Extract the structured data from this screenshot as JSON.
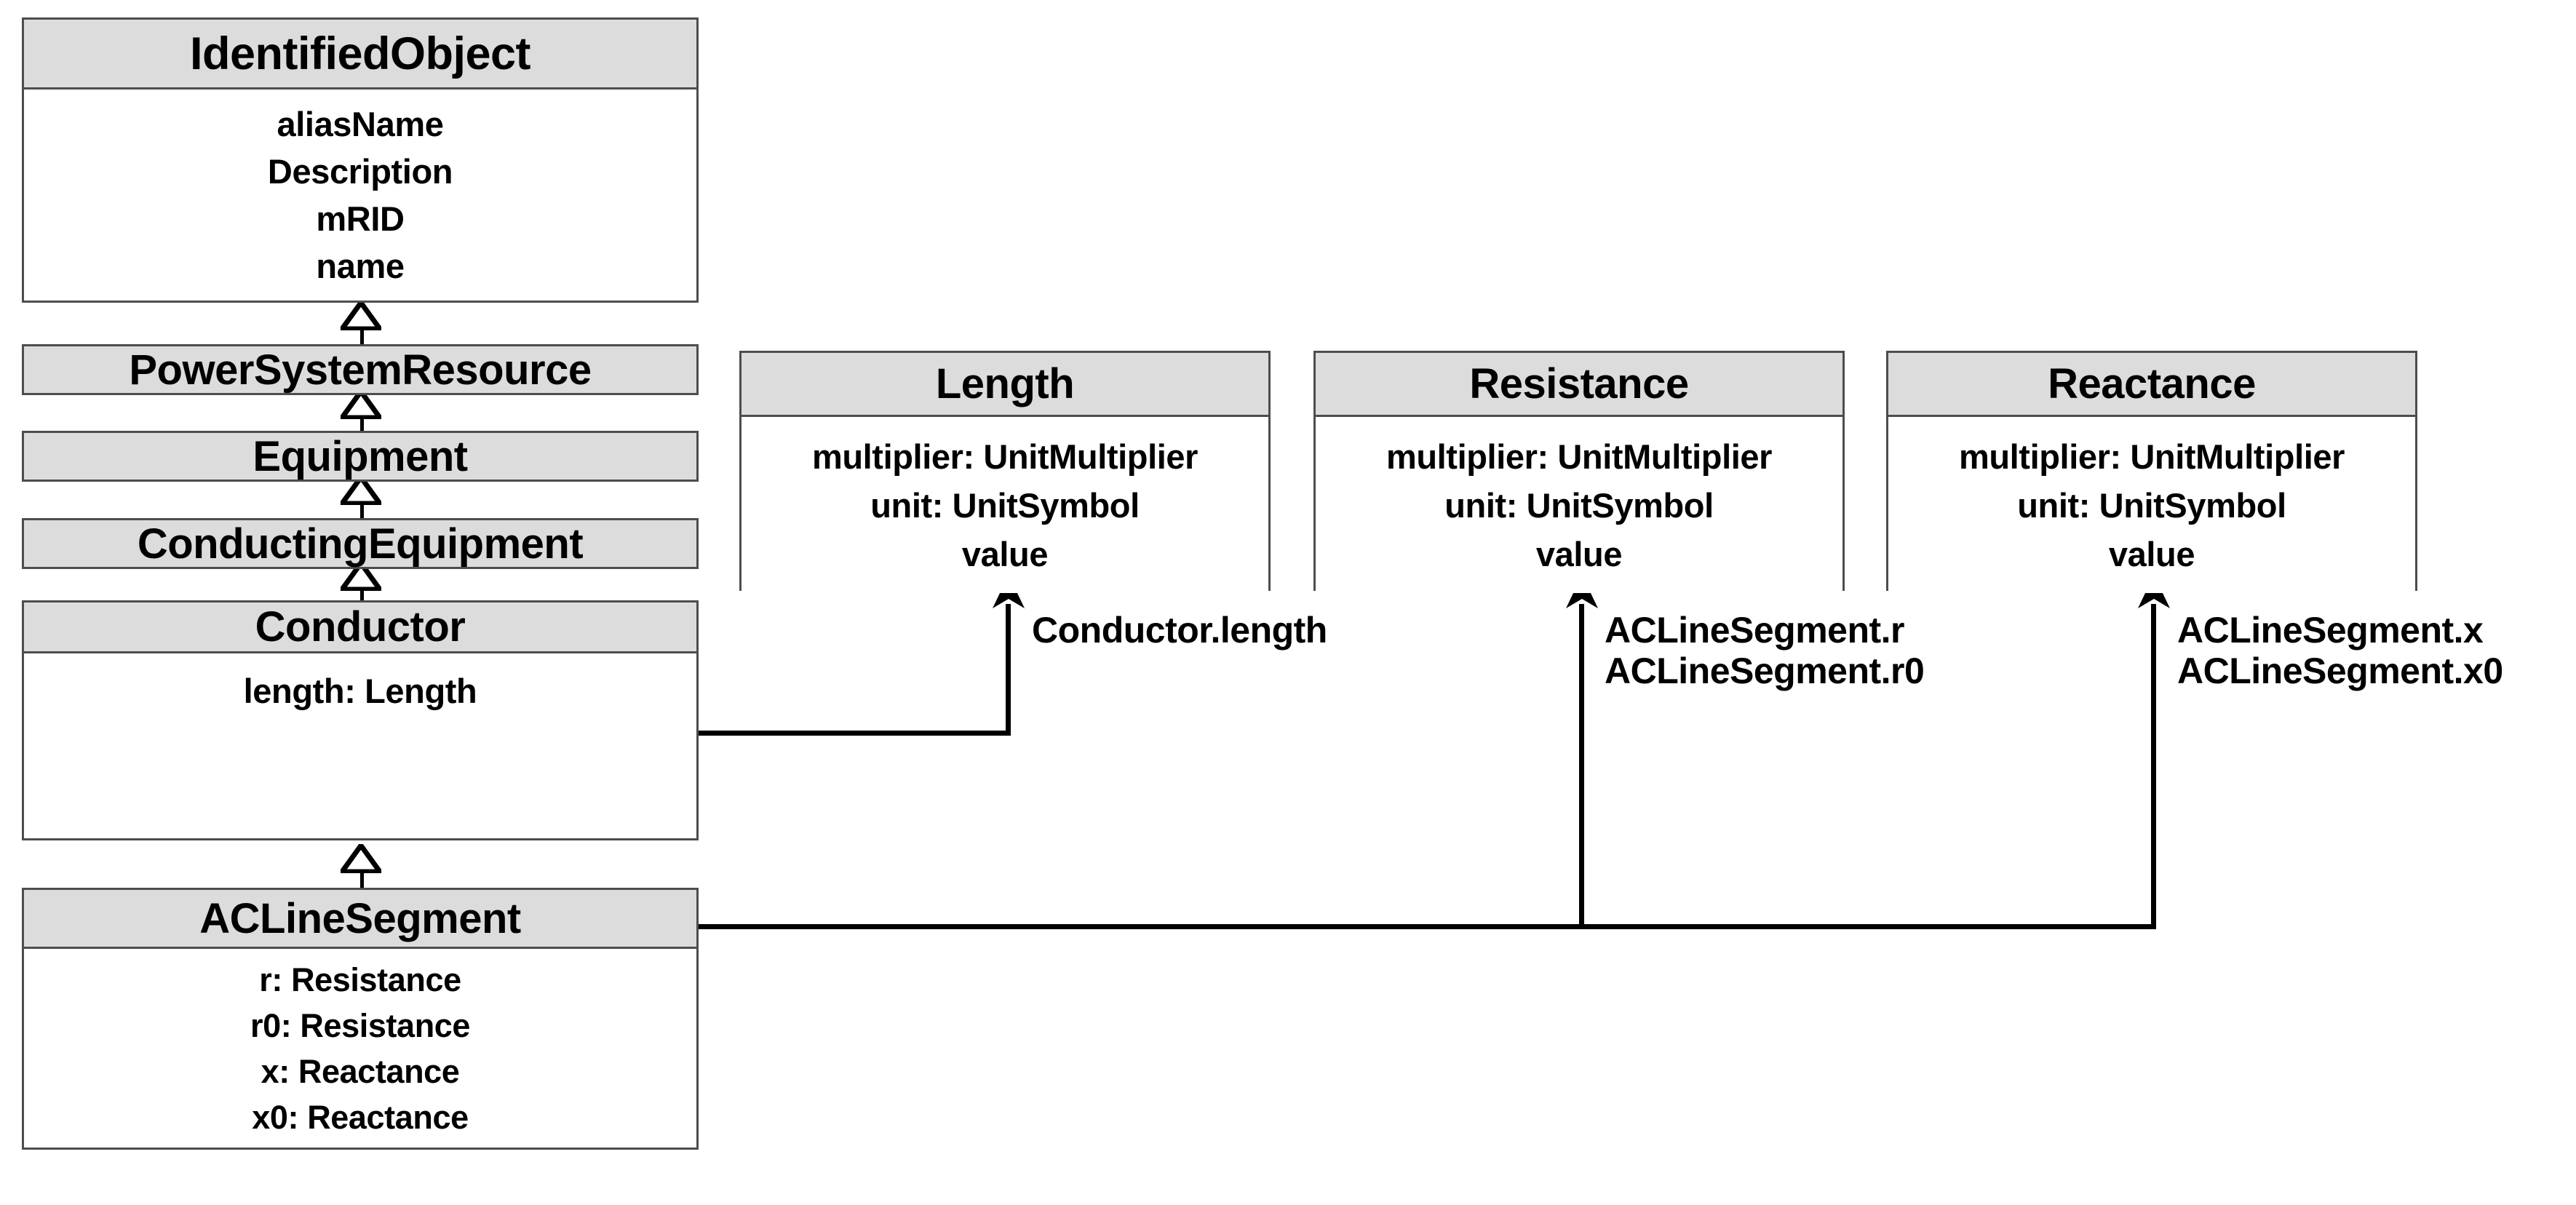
{
  "diagram": {
    "kind": "uml-class-diagram",
    "title": "",
    "colors": {
      "header_fill": "#dcdcdc",
      "body_fill": "#ffffff",
      "border": "#4d4d4d",
      "line": "#000000",
      "text": "#000000"
    }
  },
  "classes": [
    {
      "id": "identified-object",
      "name": "IdentifiedObject",
      "attributes": [
        "aliasName",
        "Description",
        "mRID",
        "name"
      ]
    },
    {
      "id": "power-system-resource",
      "name": "PowerSystemResource",
      "attributes": []
    },
    {
      "id": "equipment",
      "name": "Equipment",
      "attributes": []
    },
    {
      "id": "conducting-equipment",
      "name": "ConductingEquipment",
      "attributes": []
    },
    {
      "id": "conductor",
      "name": "Conductor",
      "attributes": [
        "length: Length"
      ]
    },
    {
      "id": "ac-line-segment",
      "name": "ACLineSegment",
      "attributes": [
        "r: Resistance",
        "r0: Resistance",
        "x: Reactance",
        "x0: Reactance"
      ]
    },
    {
      "id": "length",
      "name": "Length",
      "attributes": [
        "multiplier: UnitMultiplier",
        "unit: UnitSymbol",
        "value"
      ]
    },
    {
      "id": "resistance",
      "name": "Resistance",
      "attributes": [
        "multiplier: UnitMultiplier",
        "unit: UnitSymbol",
        "value"
      ]
    },
    {
      "id": "reactance",
      "name": "Reactance",
      "attributes": [
        "multiplier: UnitMultiplier",
        "unit: UnitSymbol",
        "value"
      ]
    }
  ],
  "generalizations": [
    {
      "id": "gen-pst-to-io",
      "from": "PowerSystemResource",
      "to": "IdentifiedObject"
    },
    {
      "id": "gen-eq-to-pst",
      "from": "Equipment",
      "to": "PowerSystemResource"
    },
    {
      "id": "gen-ce-to-eq",
      "from": "ConductingEquipment",
      "to": "Equipment"
    },
    {
      "id": "gen-cond-to-ce",
      "from": "Conductor",
      "to": "ConductingEquipment"
    },
    {
      "id": "gen-acls-to-cond",
      "from": "ACLineSegment",
      "to": "Conductor"
    }
  ],
  "associations": [
    {
      "id": "assoc-conductor-length",
      "from": "Conductor",
      "to": "Length",
      "labels": [
        "Conductor.length"
      ]
    },
    {
      "id": "assoc-acls-resistance",
      "from": "ACLineSegment",
      "to": "Resistance",
      "labels": [
        "ACLineSegment.r",
        "ACLineSegment.r0"
      ]
    },
    {
      "id": "assoc-acls-reactance",
      "from": "ACLineSegment",
      "to": "Reactance",
      "labels": [
        "ACLineSegment.x",
        "ACLineSegment.x0"
      ]
    }
  ]
}
